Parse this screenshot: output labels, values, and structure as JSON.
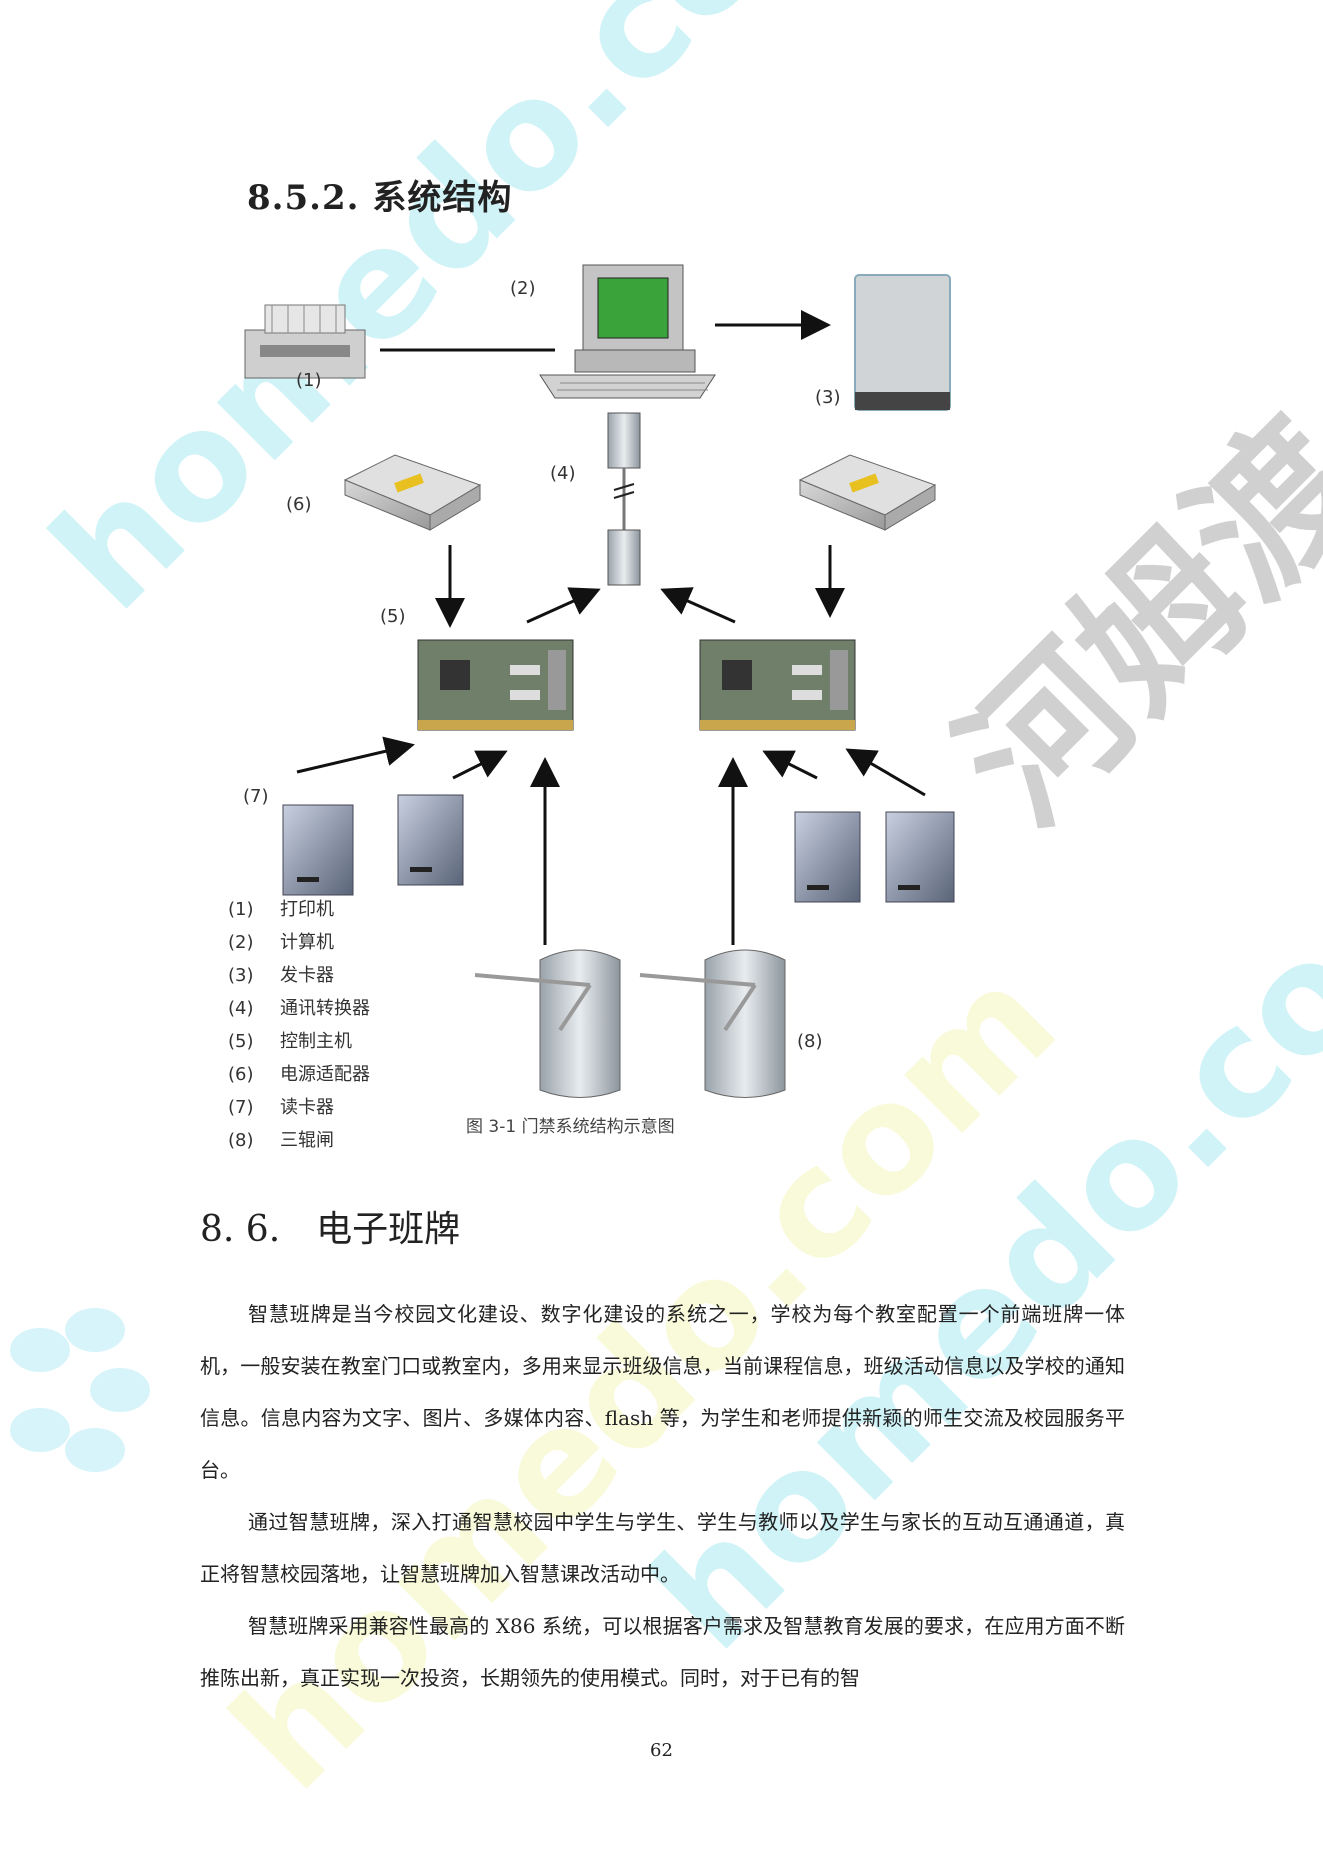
{
  "section_title": "8.5.2. 系统结构",
  "diagram": {
    "component_labels": {
      "printer": "(1)",
      "computer": "(2)",
      "card_issuer": "(3)",
      "converter": "(4)",
      "controller": "(5)",
      "power_adapter": "(6)",
      "card_reader": "(7)",
      "turnstile": "(8)"
    },
    "legend": [
      {
        "key": "(1)",
        "label": "打印机"
      },
      {
        "key": "(2)",
        "label": "计算机"
      },
      {
        "key": "(3)",
        "label": "发卡器"
      },
      {
        "key": "(4)",
        "label": "通讯转换器"
      },
      {
        "key": "(5)",
        "label": "控制主机"
      },
      {
        "key": "(6)",
        "label": "电源适配器"
      },
      {
        "key": "(7)",
        "label": "读卡器"
      },
      {
        "key": "(8)",
        "label": "三辊闸"
      }
    ],
    "caption": "图 3-1 门禁系统结构示意图"
  },
  "section2": {
    "number": "8. 6.",
    "title": "电子班牌"
  },
  "paragraphs": [
    "智慧班牌是当今校园文化建设、数字化建设的系统之一，学校为每个教室配置一个前端班牌一体机，一般安装在教室门口或教室内，多用来显示班级信息，当前课程信息，班级活动信息以及学校的通知信息。信息内容为文字、图片、多媒体内容、flash 等，为学生和老师提供新颖的师生交流及校园服务平台。",
    "通过智慧班牌，深入打通智慧校园中学生与学生、学生与教师以及学生与家长的互动互通通道，真正将智慧校园落地，让智慧班牌加入智慧课改活动中。",
    "智慧班牌采用兼容性最高的 X86 系统，可以根据客户需求及智慧教育发展的要求，在应用方面不断推陈出新，真正实现一次投资，长期领先的使用模式。同时，对于已有的智"
  ],
  "page_number": "62",
  "watermarks": {
    "brand_site": "homedo.com",
    "brand_cn": "河姆渡"
  },
  "colors": {
    "wm_cyan": "#78dceb",
    "wm_yellow": "#ebf096",
    "wm_grey": "#969696",
    "screen_green": "#3aa33a"
  }
}
